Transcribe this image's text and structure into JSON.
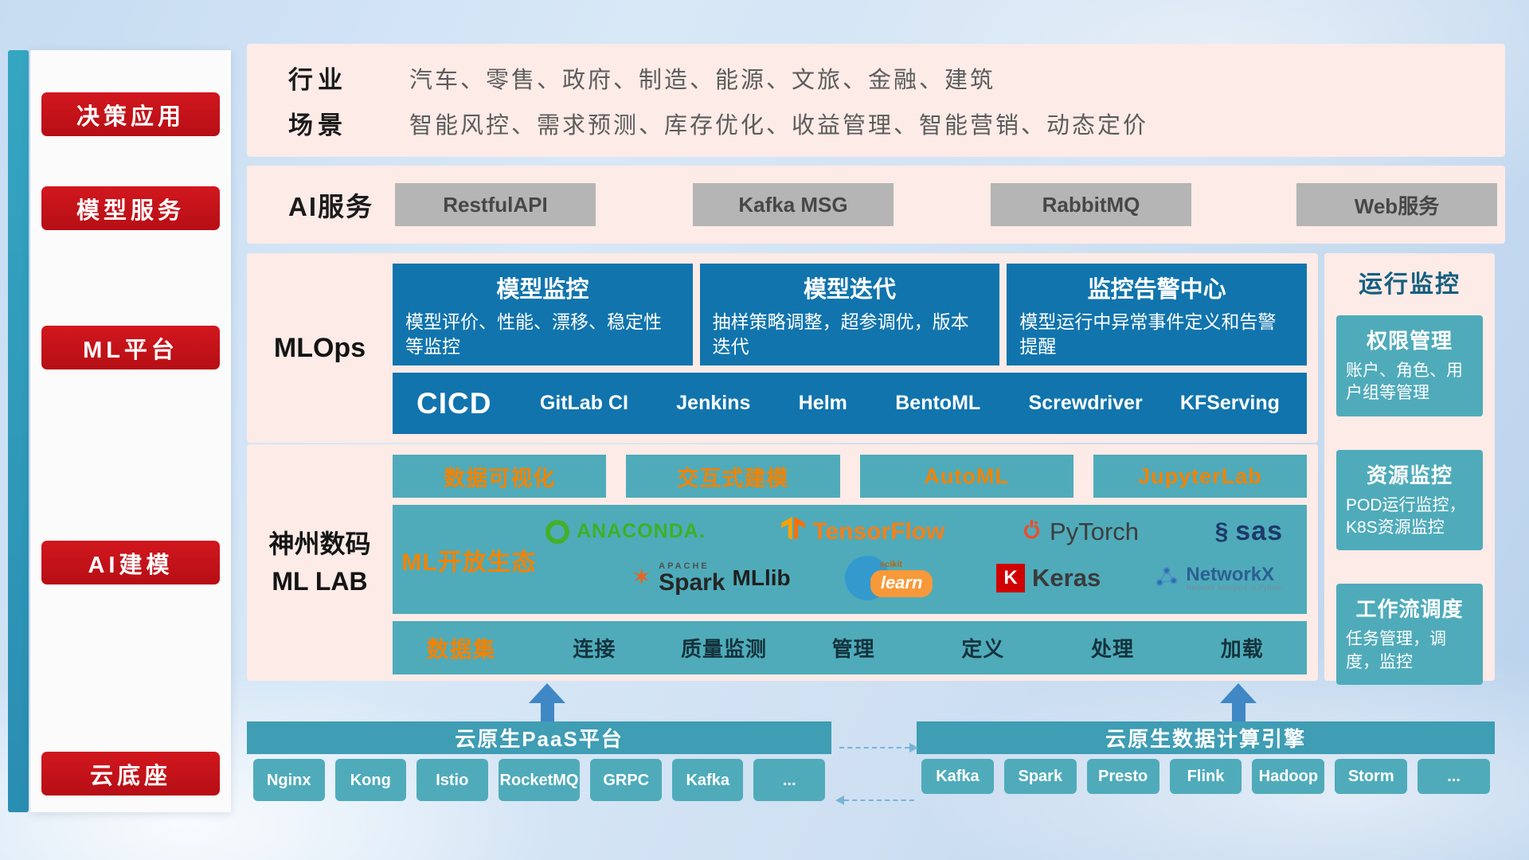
{
  "colors": {
    "accent_red": "#c9151c",
    "panel_pink": "#fcebe7",
    "deep_blue": "#1174ad",
    "teal": "#4fabba",
    "teal_dark": "#3f9db4",
    "orange_accent": "#f28300",
    "gray_button": "#b5b5b5",
    "arrow_blue": "#3f87c5"
  },
  "sidebar": {
    "items": [
      {
        "label": "决策应用"
      },
      {
        "label": "模型服务"
      },
      {
        "label": "ML平台"
      },
      {
        "label": "AI建模"
      },
      {
        "label": "云底座"
      }
    ]
  },
  "industry": {
    "row1_label": "行业",
    "row1_text": "汽车、零售、政府、制造、能源、文旅、金融、建筑",
    "row2_label": "场景",
    "row2_text": "智能风控、需求预测、库存优化、收益管理、智能营销、动态定价"
  },
  "ai_service": {
    "label": "AI服务",
    "buttons": [
      "RestfulAPI",
      "Kafka MSG",
      "RabbitMQ",
      "Web服务"
    ]
  },
  "mlops": {
    "label": "MLOps",
    "cards": [
      {
        "title": "模型监控",
        "desc": "模型评价、性能、漂移、稳定性等监控"
      },
      {
        "title": "模型迭代",
        "desc": "抽样策略调整，超参调优，版本迭代"
      },
      {
        "title": "监控告警中心",
        "desc": "模型运行中异常事件定义和告警提醒"
      }
    ],
    "cicd_lead": "CICD",
    "cicd_items": [
      "GitLab CI",
      "Jenkins",
      "Helm",
      "BentoML",
      "Screwdriver",
      "KFServing"
    ]
  },
  "mllab": {
    "label_line1": "神州数码",
    "label_line2": "ML LAB",
    "tools": [
      "数据可视化",
      "交互式建模",
      "AutoML",
      "JupyterLab"
    ],
    "eco_label": "ML开放生态",
    "logos": {
      "anaconda": "ANACONDA.",
      "tensorflow": "TensorFlow",
      "pytorch": "PyTorch",
      "sas": "sas",
      "spark_apache": "APACHE",
      "spark": "Spark",
      "mllib": "MLlib",
      "scikit_top": "scikit",
      "scikit_learn": "learn",
      "keras_letter": "K",
      "keras": "Keras",
      "networkx": "NetworkX",
      "networkx_sub": "Network Analysis in Python"
    },
    "dataset_lead": "数据集",
    "dataset_items": [
      "连接",
      "质量监测",
      "管理",
      "定义",
      "处理",
      "加载"
    ]
  },
  "monitoring": {
    "title": "运行监控",
    "cards": [
      {
        "title": "权限管理",
        "desc": "账户、角色、用户组等管理"
      },
      {
        "title": "资源监控",
        "desc": "POD运行监控，K8S资源监控"
      },
      {
        "title": "工作流调度",
        "desc": "任务管理，调度，监控"
      }
    ]
  },
  "bottom": {
    "paas_title": "云原生PaaS平台",
    "paas_chips": [
      "Nginx",
      "Kong",
      "Istio",
      "RocketMQ",
      "GRPC",
      "Kafka",
      "..."
    ],
    "engine_title": "云原生数据计算引擎",
    "engine_chips": [
      "Kafka",
      "Spark",
      "Presto",
      "Flink",
      "Hadoop",
      "Storm",
      "..."
    ]
  }
}
